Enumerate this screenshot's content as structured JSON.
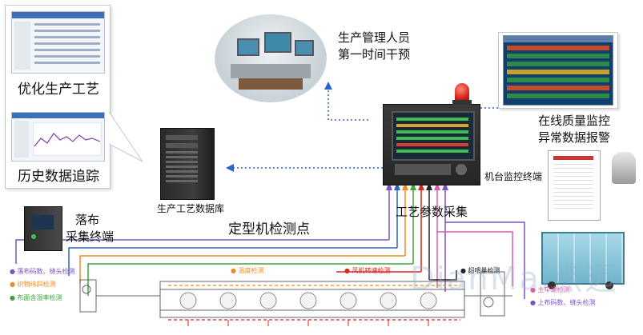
{
  "labels": {
    "optimize": "优化生产工艺",
    "history": "历史数据追踪",
    "database": "生产工艺数据库",
    "manager_line1": "生产管理人员",
    "manager_line2": "第一时间干预",
    "monitor_line1": "在线质量监控",
    "monitor_line2": "异常数据报警",
    "terminal": "机台监控终端",
    "collect": "工艺参数采集",
    "cloth_line1": "落布",
    "cloth_line2": "采集终端",
    "machine_point": "定型机检测点"
  },
  "sensors": {
    "cloth_code": "落布码数、缝头检测",
    "weft": "织物纬斜检测",
    "moisture": "布面含湿率检测",
    "temperature": "温度检测",
    "fan": "风机转速检测",
    "overfeed": "超喂量检测",
    "speed": "主车速检测",
    "feed_code": "上布码数、缝头检测"
  },
  "watermark": "DianMai点迈",
  "colors": {
    "purple": "#7b52c9",
    "orange": "#f08a24",
    "green": "#3aa63a",
    "red": "#d9261c",
    "blue": "#2c63c9",
    "pink": "#e05aa8",
    "black": "#222222"
  }
}
